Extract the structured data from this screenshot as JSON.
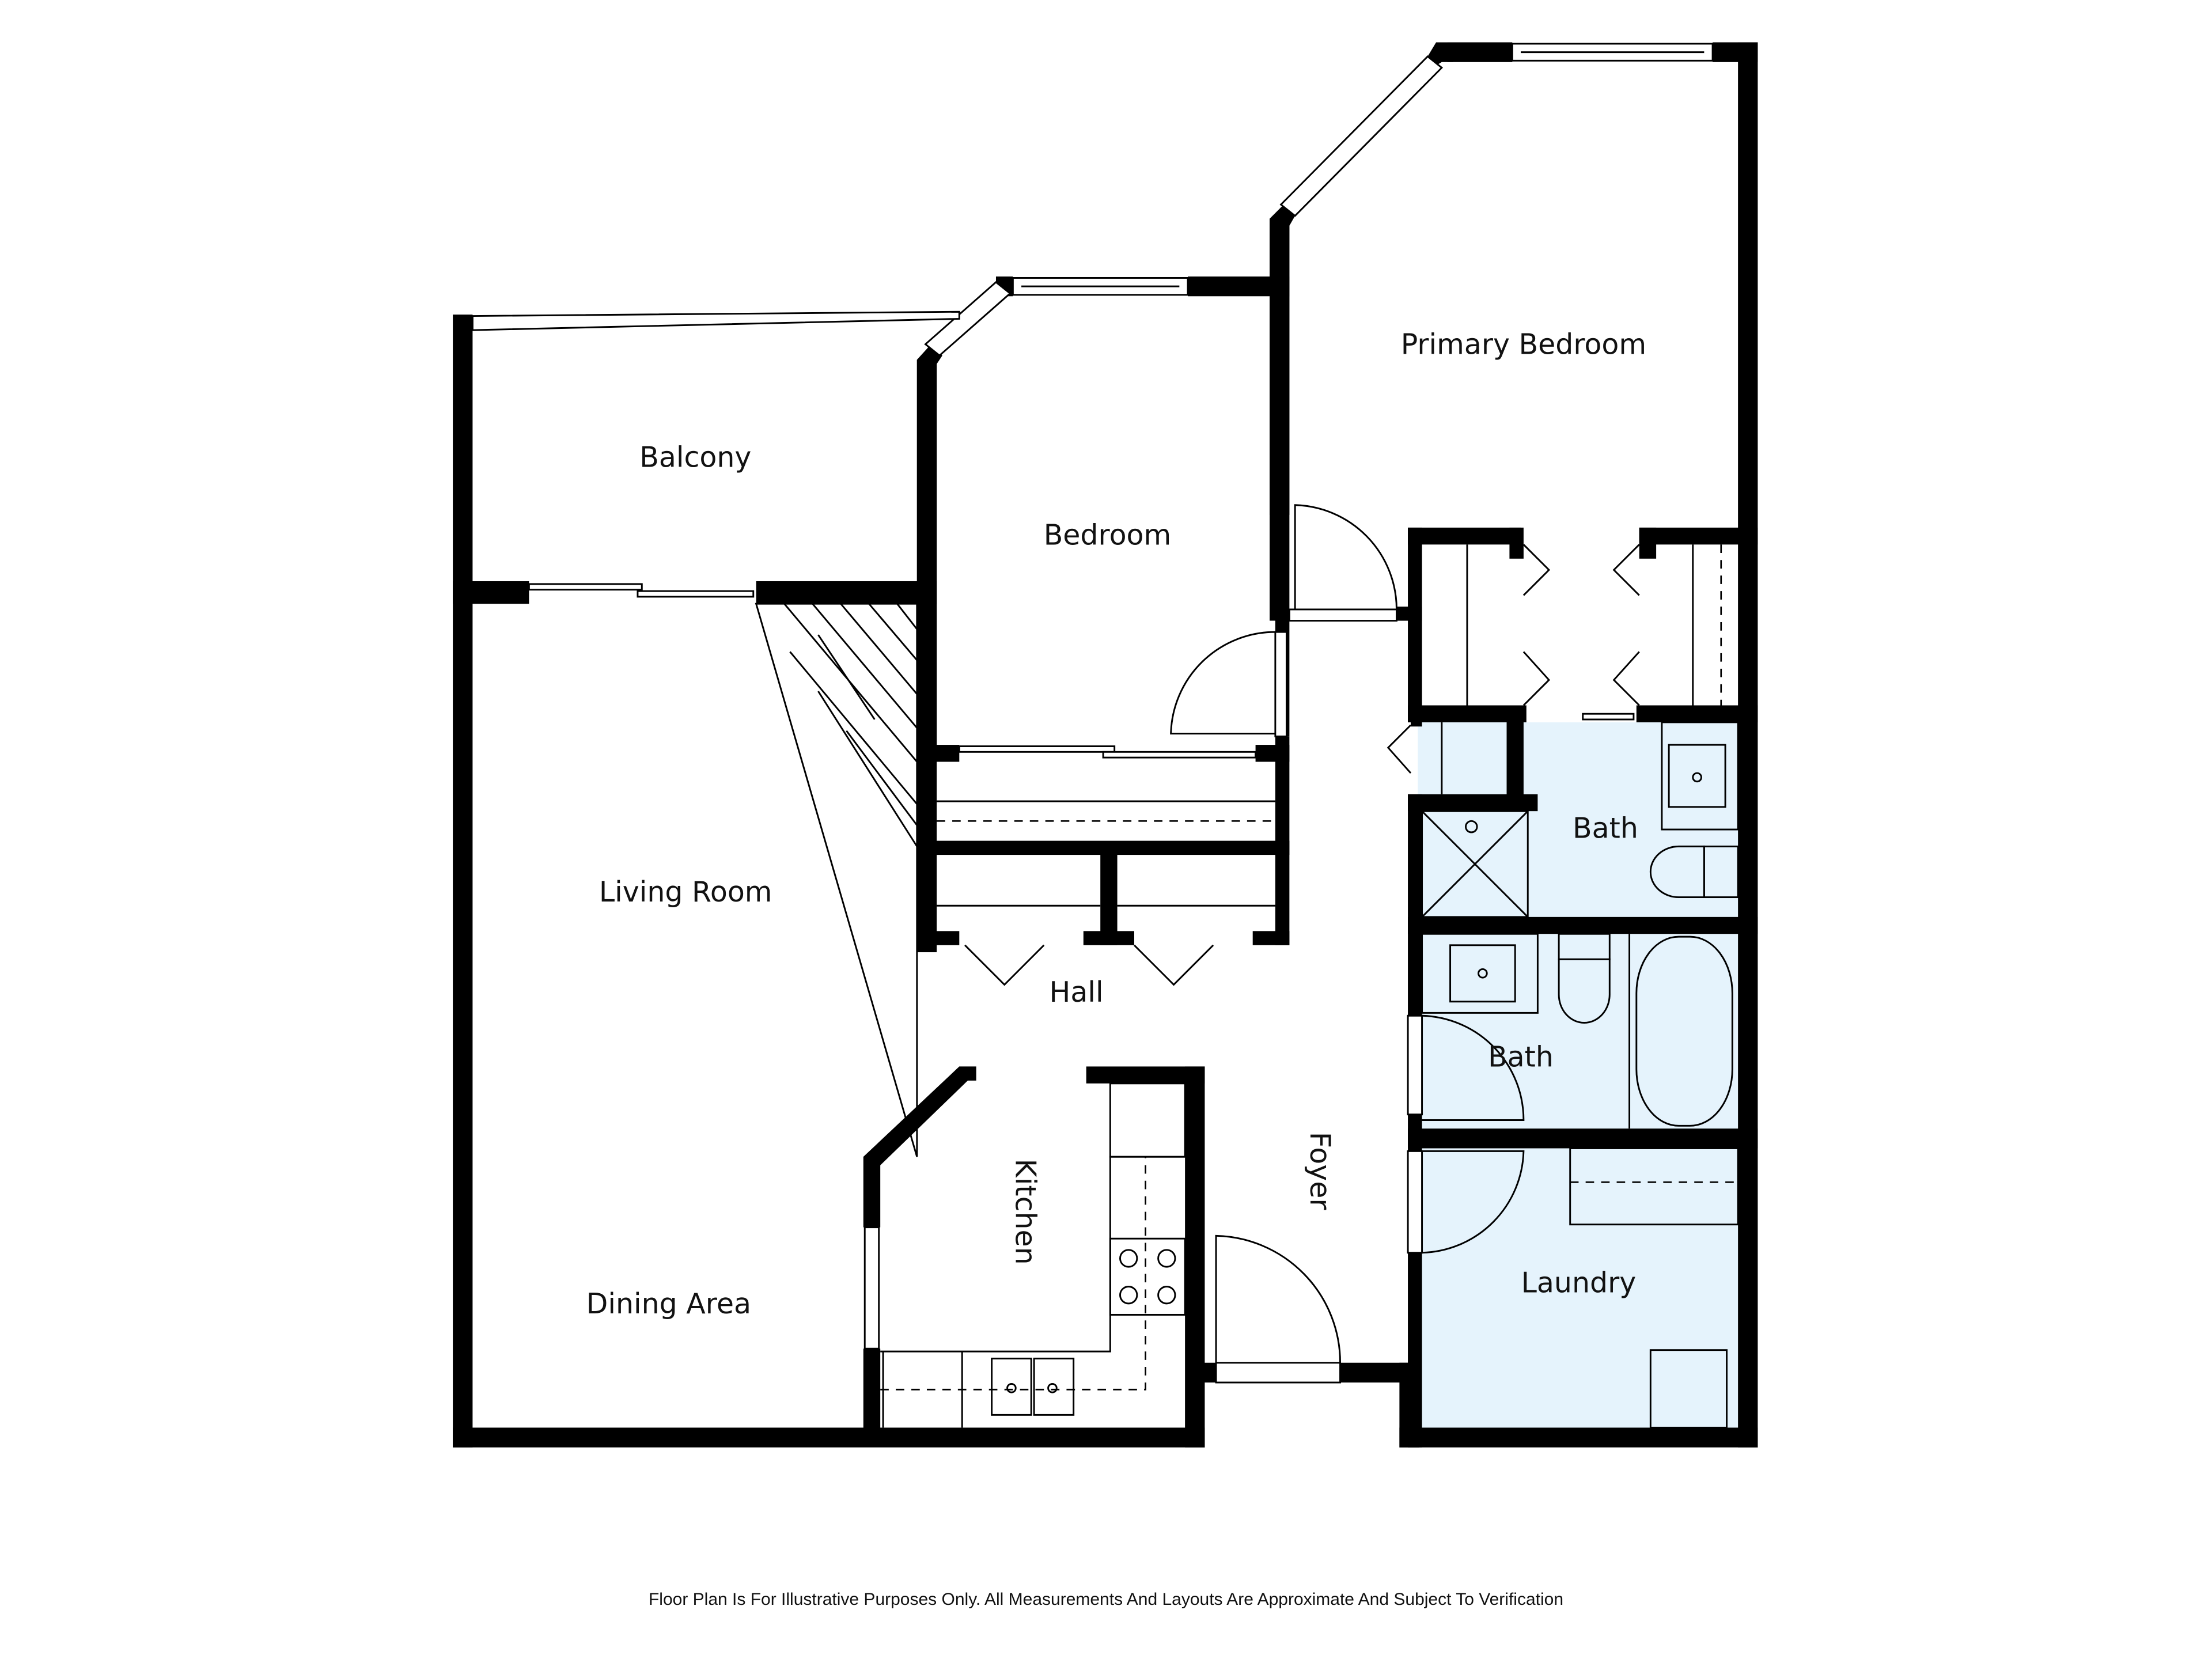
{
  "colors": {
    "wall": "#000000",
    "wet_room_fill": "#e5f3fc",
    "background": "#ffffff",
    "text": "#111111"
  },
  "rooms": {
    "primary_bedroom": {
      "label": "Primary Bedroom"
    },
    "bedroom": {
      "label": "Bedroom"
    },
    "balcony": {
      "label": "Balcony"
    },
    "living_room": {
      "label": "Living Room"
    },
    "dining_area": {
      "label": "Dining Area"
    },
    "hall": {
      "label": "Hall"
    },
    "kitchen": {
      "label": "Kitchen"
    },
    "foyer": {
      "label": "Foyer"
    },
    "bath_primary": {
      "label": "Bath"
    },
    "bath_hall": {
      "label": "Bath"
    },
    "laundry": {
      "label": "Laundry"
    }
  },
  "footer": {
    "disclaimer": "Floor Plan Is For Illustrative Purposes Only. All Measurements And Layouts Are Approximate And Subject To Verification"
  }
}
